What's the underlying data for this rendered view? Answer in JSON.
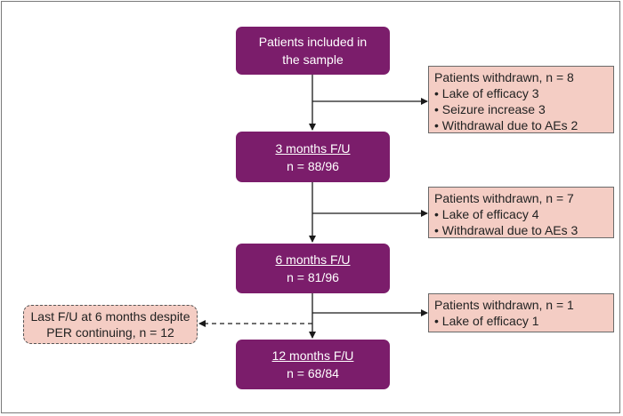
{
  "flow": {
    "start": {
      "line1": "Patients included in",
      "line2": "the sample"
    },
    "stage3": {
      "title": "3 months F/U",
      "count": "n = 88/96"
    },
    "stage6": {
      "title": "6 months F/U",
      "count": "n = 81/96"
    },
    "stage12": {
      "title": "12 months F/U",
      "count": "n = 68/84"
    }
  },
  "withdrawals": [
    {
      "heading": "Patients withdrawn, n = 8",
      "items": [
        "• Lake of efficacy 3",
        "• Seizure increase 3",
        "• Withdrawal due to AEs 2"
      ]
    },
    {
      "heading": "Patients withdrawn, n = 7",
      "items": [
        "• Lake of efficacy 4",
        "• Withdrawal due to AEs 3"
      ]
    },
    {
      "heading": "Patients withdrawn, n = 1",
      "items": [
        "• Lake of efficacy 1"
      ]
    }
  ],
  "side_note": {
    "line1": "Last F/U at 6 months despite",
    "line2": "PER continuing, n = 12"
  },
  "colors": {
    "purple": "#7b1d6b",
    "pink": "#f4cdc4",
    "border": "#6a6a6a"
  }
}
